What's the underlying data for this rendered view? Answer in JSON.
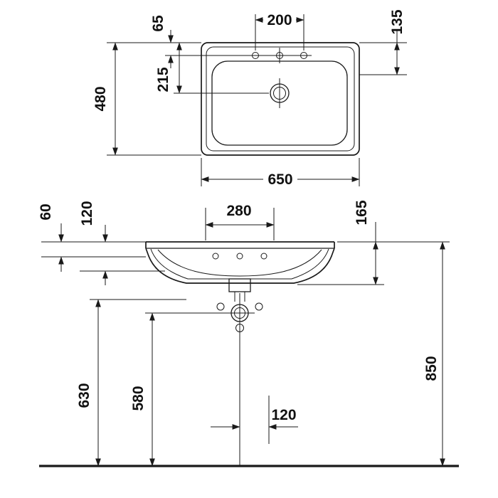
{
  "page": {
    "background_color": "#ffffff",
    "line_color": "#1a1a1a",
    "content": "washbasin technical dimension drawing, top view and front view"
  },
  "top_view": {
    "tap_hole_spacing": "200",
    "rear_to_tap_holes": "65",
    "right_edge_detail": "135",
    "rear_to_drain": "215",
    "overall_depth": "480",
    "overall_width": "650"
  },
  "front_view": {
    "mounting_spacing": "280",
    "rim_edge_height": "60",
    "front_step_height": "120",
    "side_height": "165",
    "rim_to_floor_height": "850",
    "underside_to_floor": "630",
    "trap_to_floor": "580",
    "outlet_offset": "120"
  }
}
